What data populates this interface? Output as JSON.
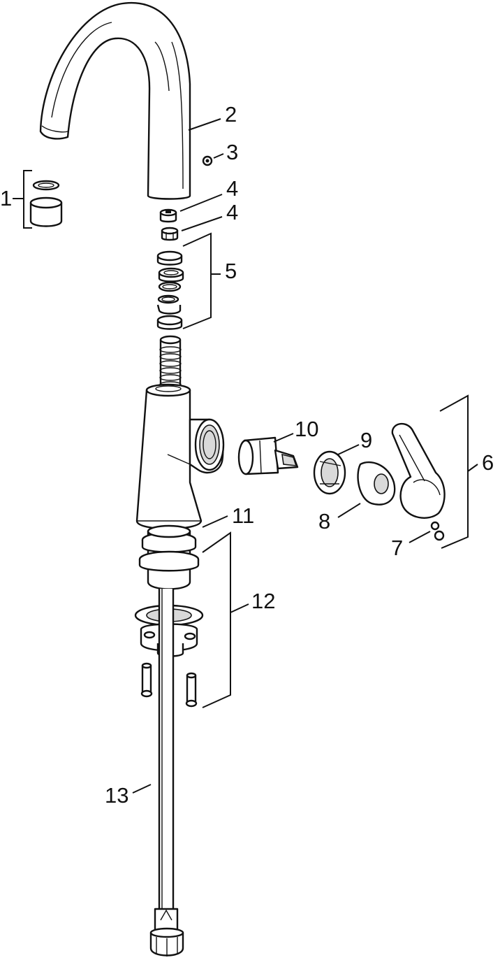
{
  "labels": {
    "l1": "1",
    "l2": "2",
    "l3": "3",
    "l4a": "4",
    "l4b": "4",
    "l5": "5",
    "l6": "6",
    "l7": "7",
    "l8": "8",
    "l9": "9",
    "l10": "10",
    "l11": "11",
    "l12": "12",
    "l13": "13"
  }
}
